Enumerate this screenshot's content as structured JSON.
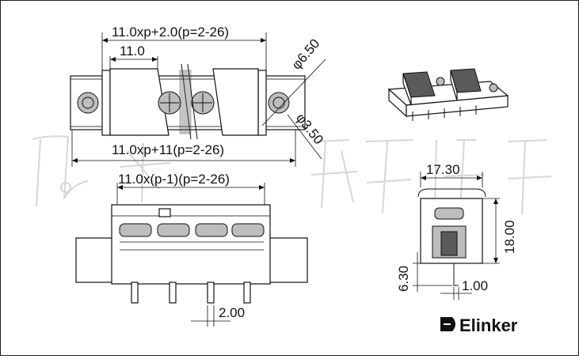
{
  "dimensions": {
    "top_total": "11.0xp+2.0(p=2-26)",
    "top_pitch": "11.0",
    "hole_large": "φ6.50",
    "hole_small": "φ3.50",
    "mount_span": "11.0xp+11(p=2-26)",
    "front_span": "11.0x(p-1)(p=2-26)",
    "pin_width": "2.00",
    "side_width": "17.30",
    "side_height": "18.00",
    "pin_length": "6.30",
    "pin_offset": "1.00"
  },
  "brand": {
    "name": "Elinker",
    "logo_icon": "elinker-logo-icon"
  },
  "watermark": {
    "icon": "watermark-calligraphy-icon"
  }
}
